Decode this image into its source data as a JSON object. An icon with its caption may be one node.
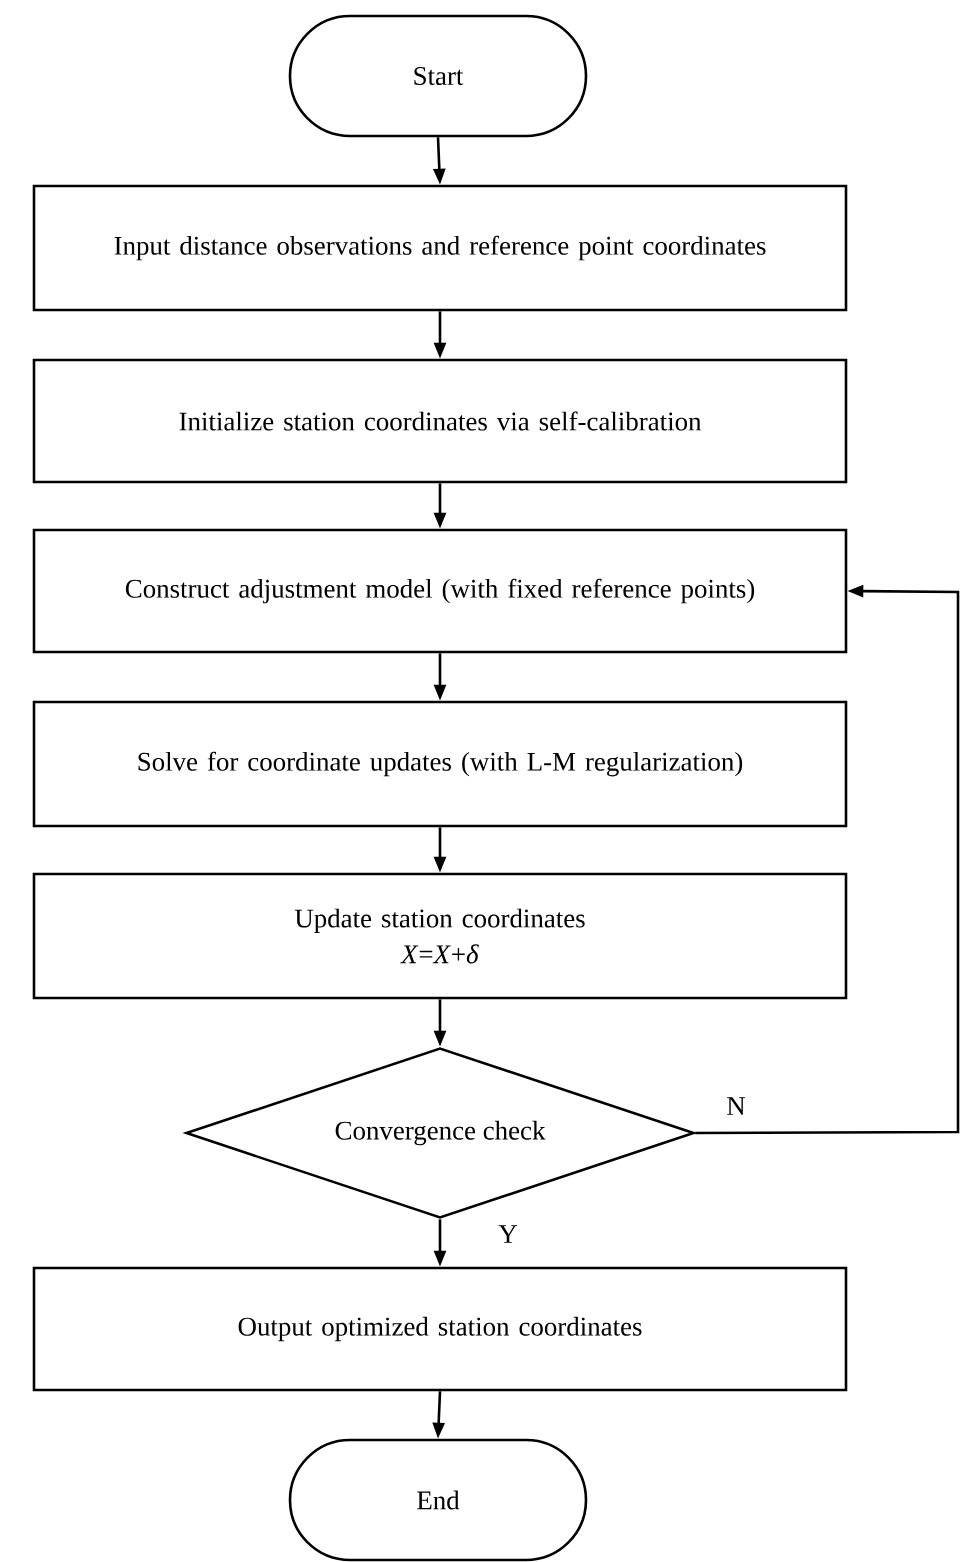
{
  "diagram": {
    "nodes": [
      {
        "text": [
          "Start"
        ]
      },
      {
        "text": [
          "Input distance observations and reference point coordinates"
        ]
      },
      {
        "text": [
          "Initialize station coordinates via self-calibration"
        ]
      },
      {
        "text": [
          "Construct adjustment model (with fixed reference points)"
        ]
      },
      {
        "text": [
          "Solve for coordinate updates (with L-M regularization)"
        ]
      },
      {
        "text": [
          "Update station coordinates",
          "*X*=*X*+*δ*"
        ]
      },
      {
        "text": [
          "Convergence check"
        ]
      },
      {
        "text": [
          "Output optimized station coordinates"
        ]
      },
      {
        "text": [
          "End"
        ]
      }
    ],
    "edges": [
      {
        "from": 0,
        "to": 1,
        "arrow": "to"
      },
      {
        "from": 1,
        "to": 2,
        "arrow": "to"
      },
      {
        "from": 2,
        "to": 3,
        "arrow": "to"
      },
      {
        "from": 3,
        "to": 4,
        "arrow": "to"
      },
      {
        "from": 4,
        "to": 5,
        "arrow": "to"
      },
      {
        "from": 5,
        "to": 6,
        "arrow": "to"
      },
      {
        "from": 6,
        "to": 3,
        "arrow": "to",
        "label": "N"
      },
      {
        "from": 6,
        "to": 7,
        "arrow": "to",
        "label": "Y"
      },
      {
        "from": 7,
        "to": 8,
        "arrow": "to"
      }
    ]
  }
}
